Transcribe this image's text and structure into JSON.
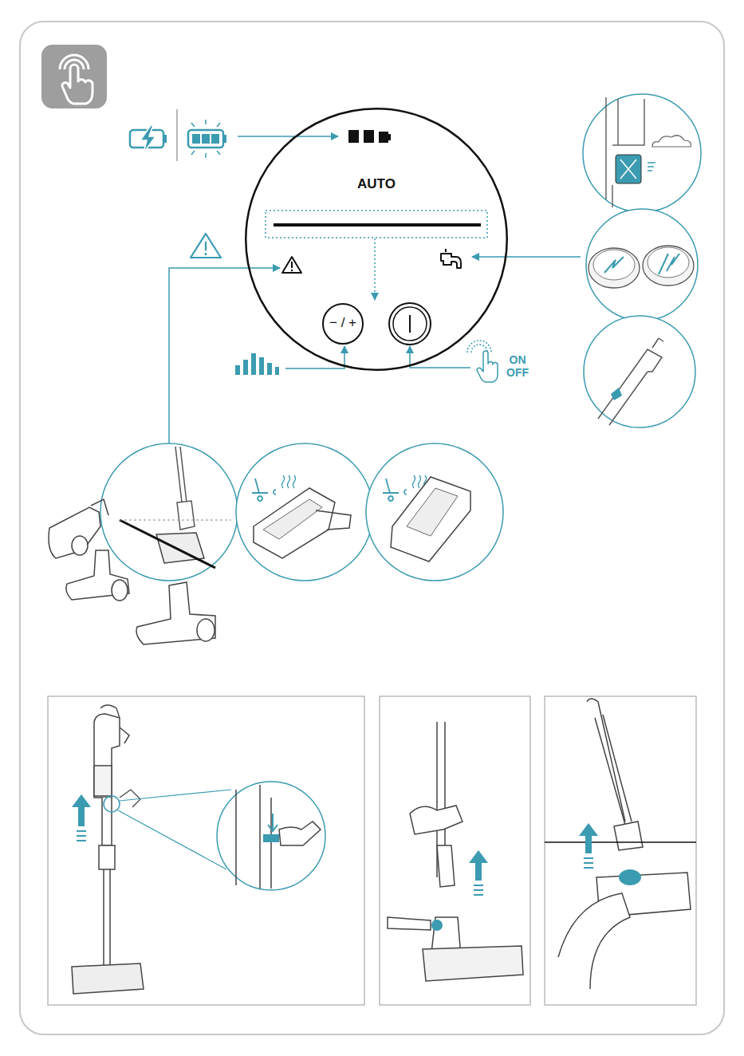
{
  "diagram": {
    "nodes": [
      {
        "text": [
          "AUTO"
        ]
      },
      {
        "text": [
          "− / +"
        ],
        "in": 0
      }
    ],
    "labels": [
      "ON OFF"
    ]
  }
}
